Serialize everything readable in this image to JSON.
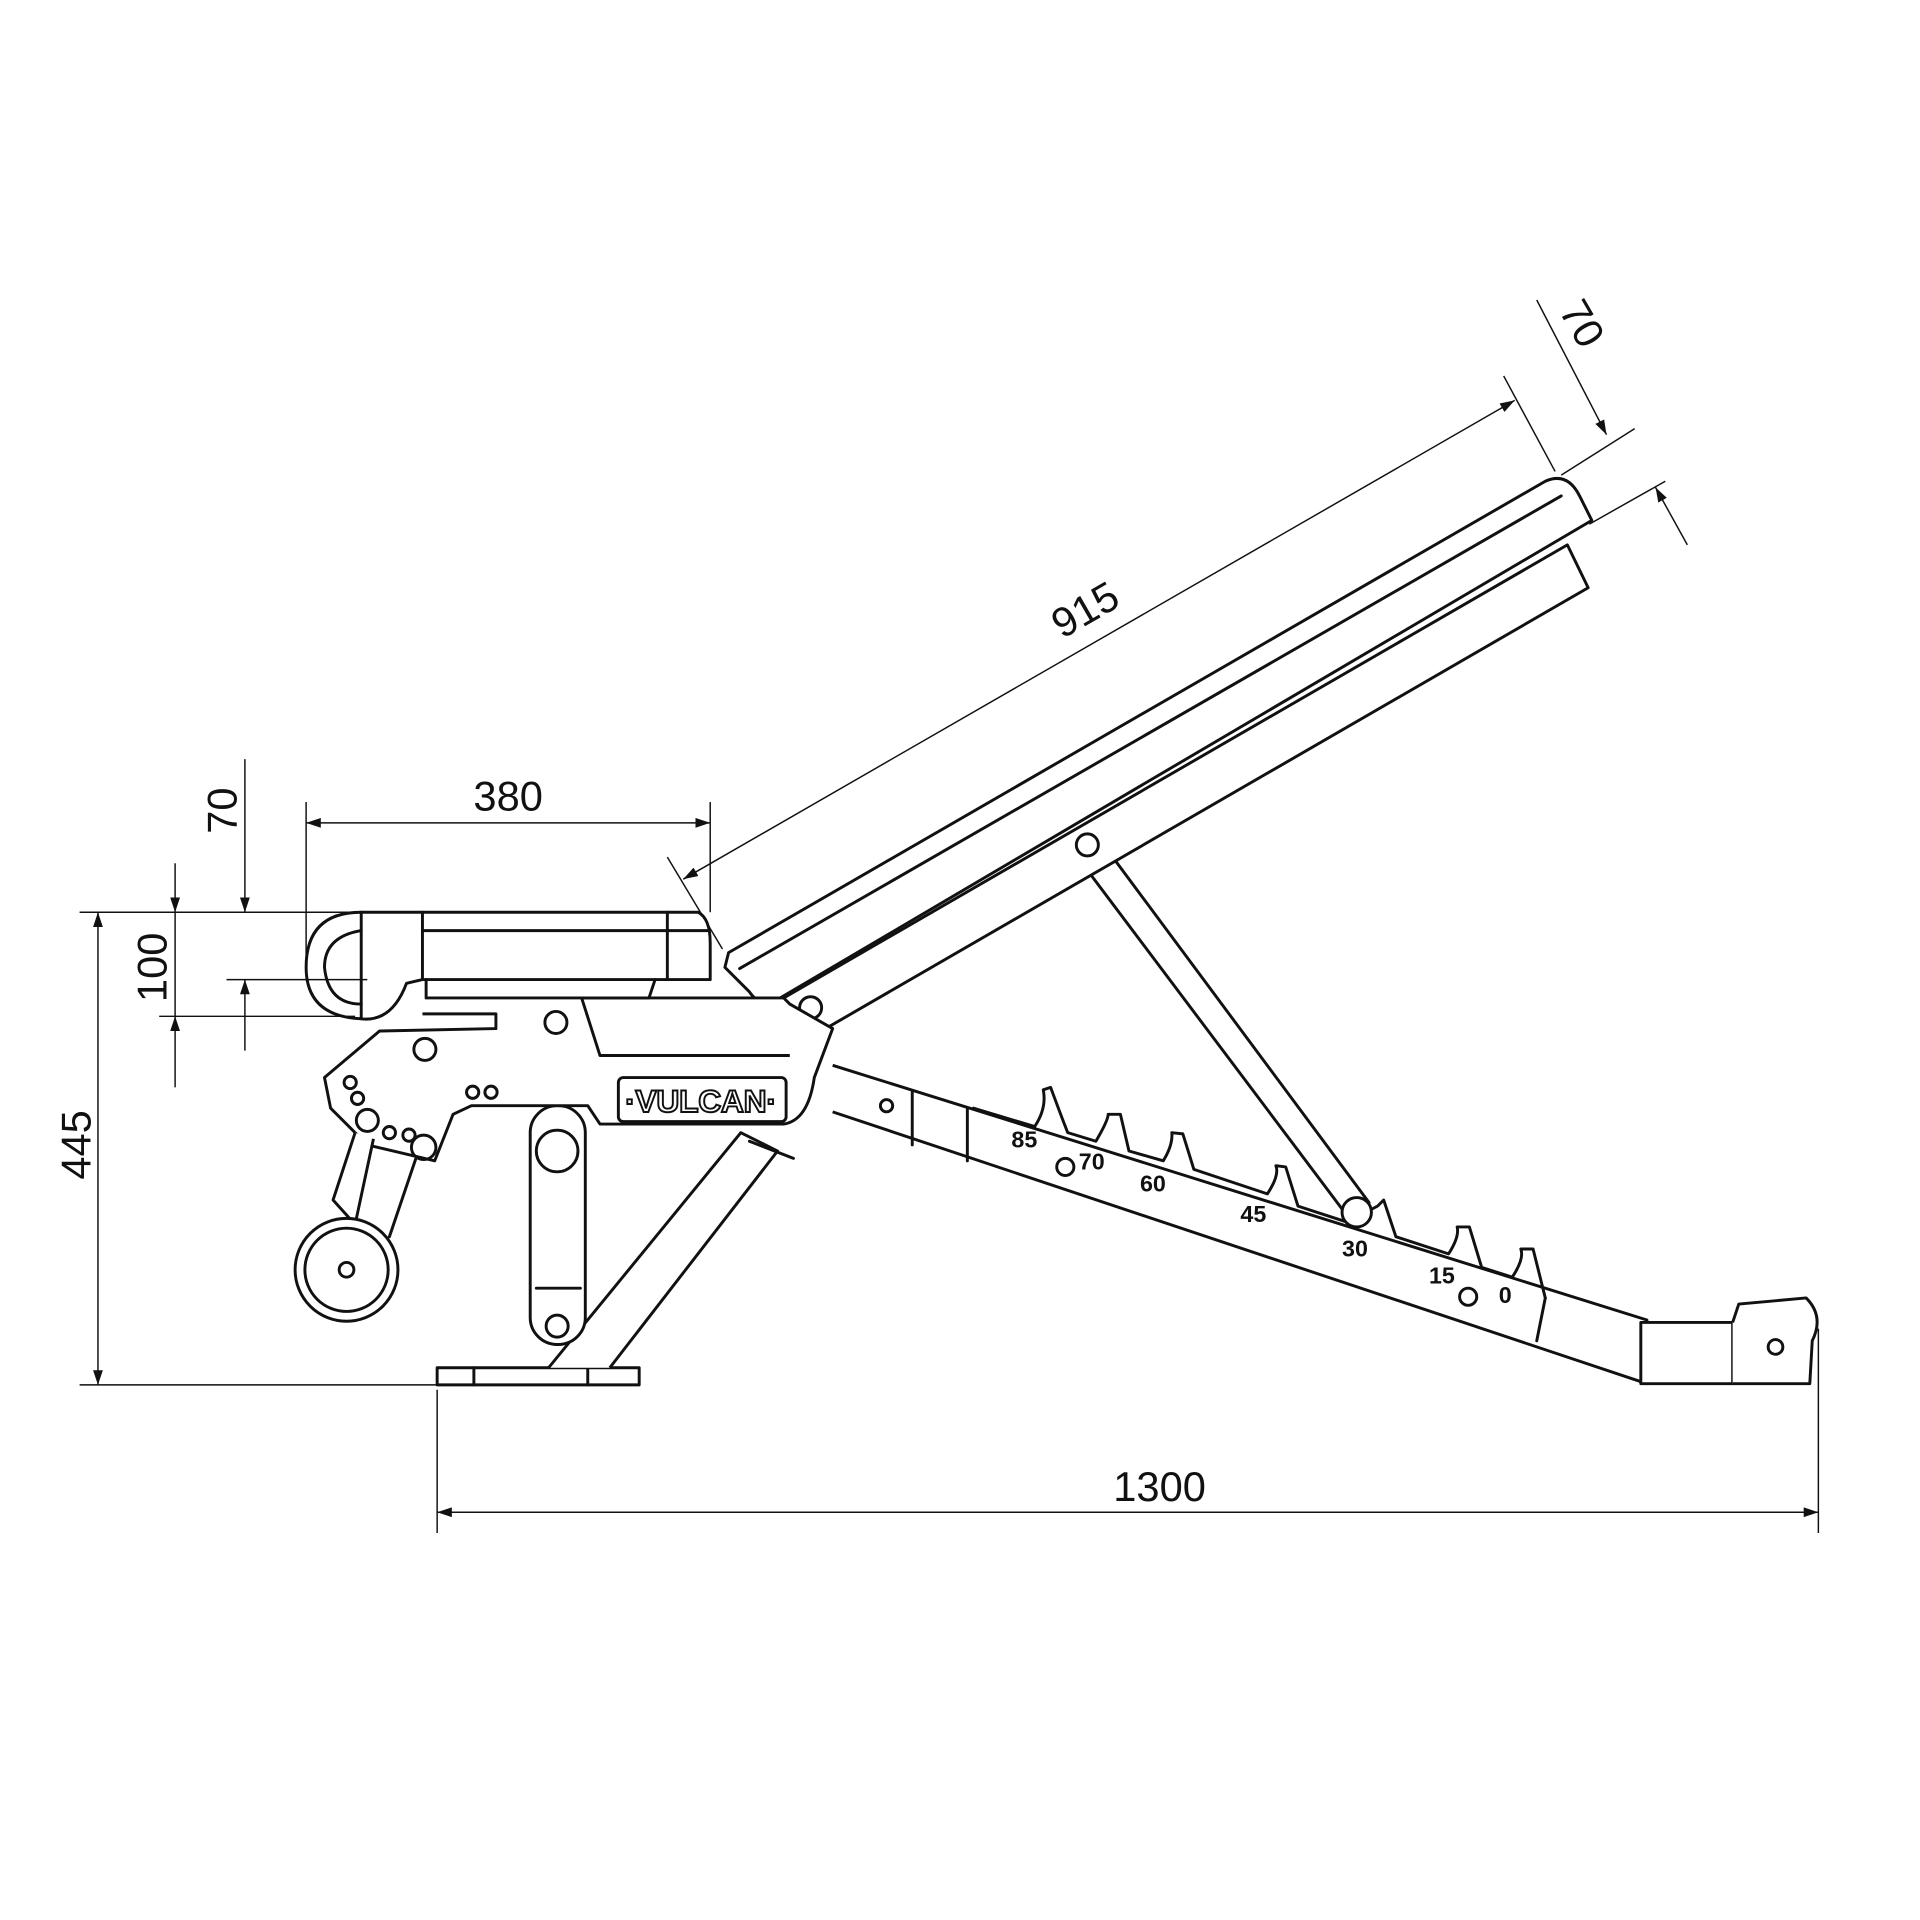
{
  "dimensions": {
    "total_length": "1300",
    "total_height": "445",
    "seat_pad_height": "100",
    "seat_pad_thickness": "70",
    "seat_length": "380",
    "back_length": "915",
    "back_thickness": "70"
  },
  "brand": "·VULCAN·",
  "angle_settings": [
    "85",
    "70",
    "60",
    "45",
    "30",
    "15",
    "0"
  ],
  "colors": {
    "line": "#111111",
    "background": "#ffffff"
  }
}
